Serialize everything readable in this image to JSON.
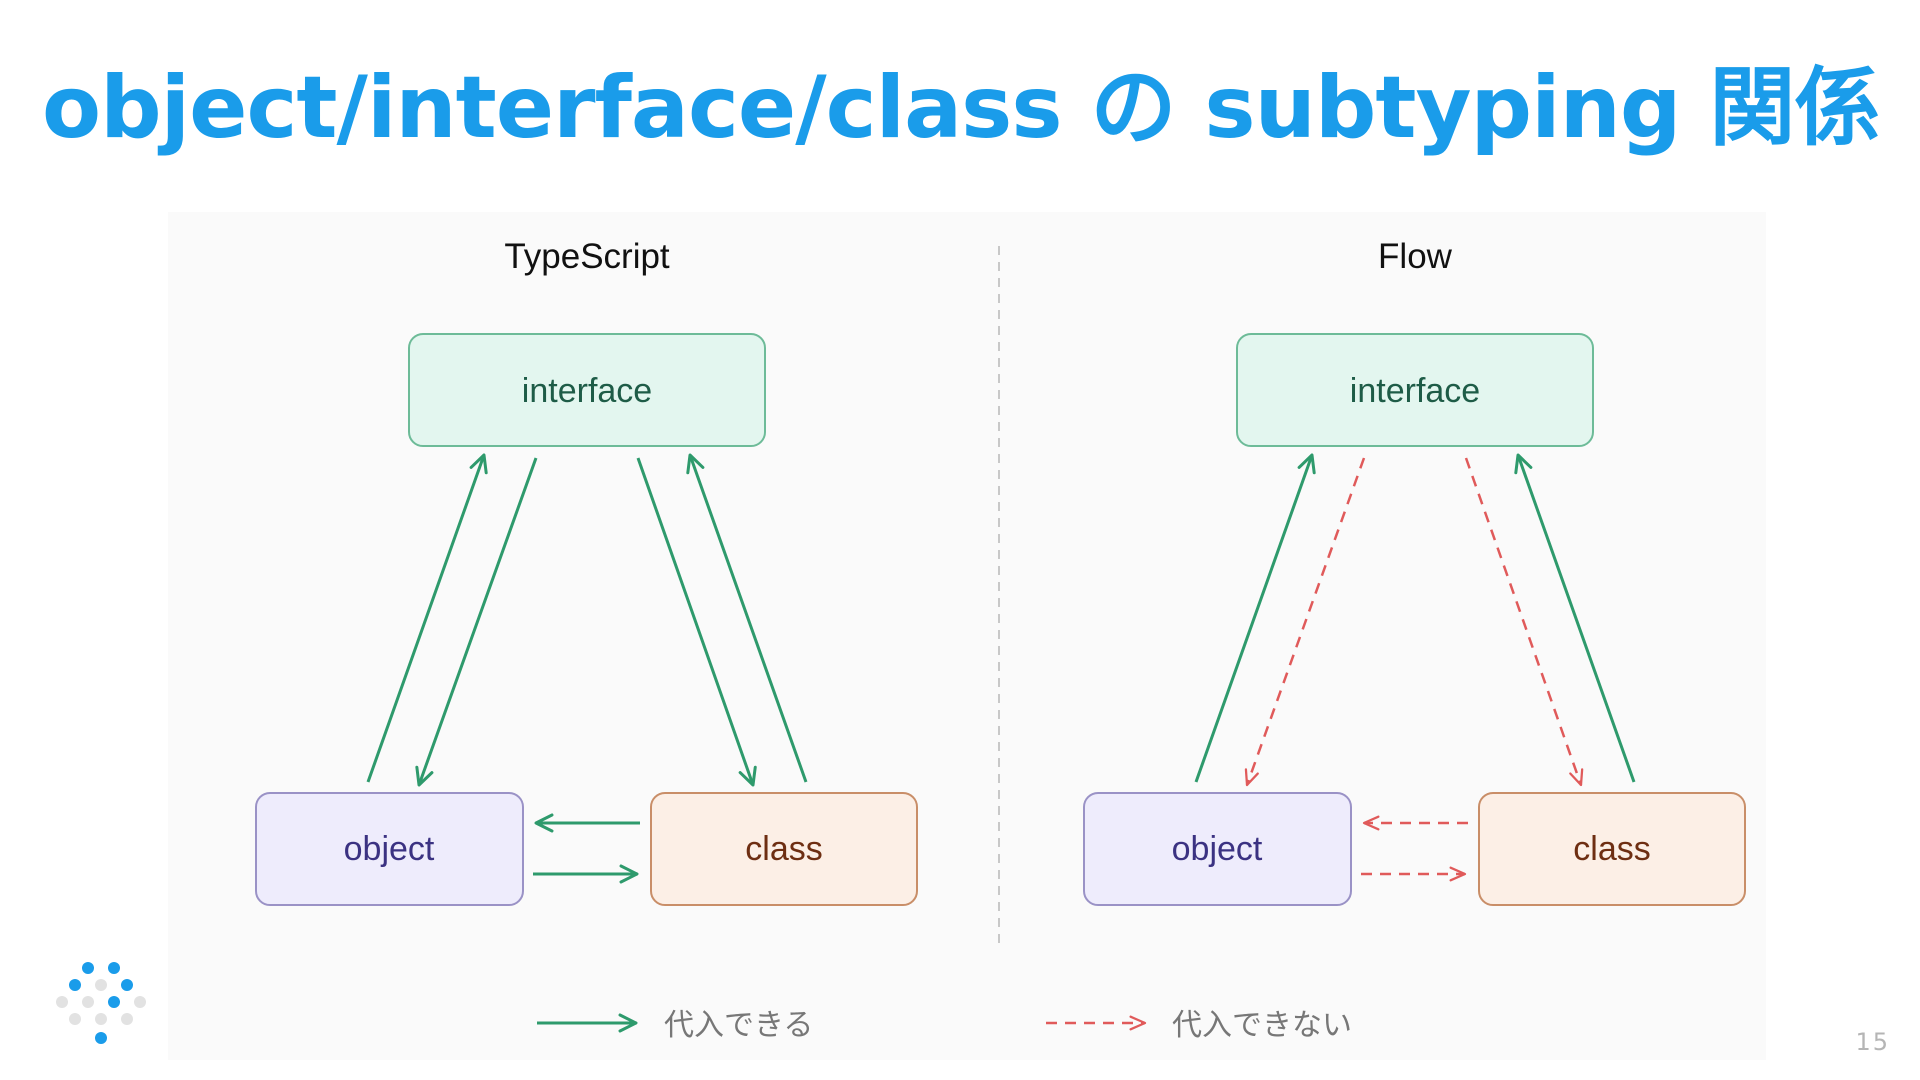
{
  "slide": {
    "title": "object/interface/class の subtyping 関係",
    "page_number": "15"
  },
  "diagram": {
    "panels": [
      {
        "id": "typescript",
        "heading": "TypeScript",
        "nodes": {
          "interface": "interface",
          "object": "object",
          "class": "class"
        },
        "edges": [
          {
            "from": "object",
            "to": "interface",
            "kind": "assignable"
          },
          {
            "from": "interface",
            "to": "object",
            "kind": "assignable"
          },
          {
            "from": "interface",
            "to": "class",
            "kind": "assignable"
          },
          {
            "from": "class",
            "to": "interface",
            "kind": "assignable"
          },
          {
            "from": "class",
            "to": "object",
            "kind": "assignable"
          },
          {
            "from": "object",
            "to": "class",
            "kind": "assignable"
          }
        ]
      },
      {
        "id": "flow",
        "heading": "Flow",
        "nodes": {
          "interface": "interface",
          "object": "object",
          "class": "class"
        },
        "edges": [
          {
            "from": "object",
            "to": "interface",
            "kind": "assignable"
          },
          {
            "from": "interface",
            "to": "object",
            "kind": "not-assignable"
          },
          {
            "from": "interface",
            "to": "class",
            "kind": "not-assignable"
          },
          {
            "from": "class",
            "to": "interface",
            "kind": "assignable"
          },
          {
            "from": "class",
            "to": "object",
            "kind": "not-assignable"
          },
          {
            "from": "object",
            "to": "class",
            "kind": "not-assignable"
          }
        ]
      }
    ],
    "legend": {
      "assignable": "代入できる",
      "not_assignable": "代入できない"
    }
  },
  "colors": {
    "title": "#1a9cea",
    "assignable": "#2e9a6c",
    "not_assignable": "#e05a5a",
    "interface_fill": "#e3f6ef",
    "interface_stroke": "#6dbb98",
    "interface_text": "#1e5c47",
    "object_fill": "#eeecfc",
    "object_stroke": "#9a92c6",
    "object_text": "#3b3282",
    "class_fill": "#fcefe6",
    "class_stroke": "#c98e68",
    "class_text": "#6e2e12"
  },
  "icons": {
    "logo": "dot-grid-logo"
  }
}
